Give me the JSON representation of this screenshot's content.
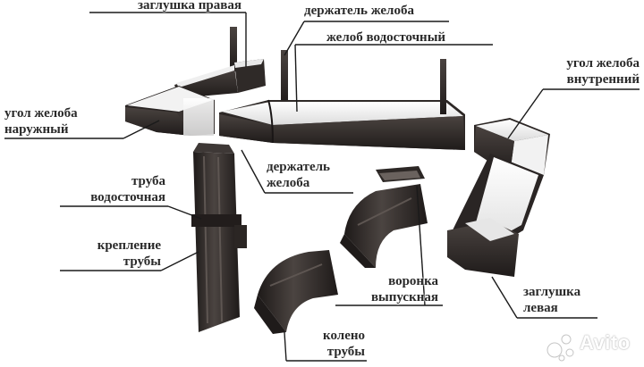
{
  "labels": {
    "end_cap_right": "заглушка правая",
    "gutter_holder_top": "держатель желоба",
    "gutter": "желоб водосточный",
    "inner_corner": [
      "угол желоба",
      "внутренний"
    ],
    "outer_corner": [
      "угол желоба",
      "наружный"
    ],
    "gutter_holder_mid": [
      "держатель",
      "желоба"
    ],
    "downpipe": [
      "труба",
      "водосточная"
    ],
    "pipe_bracket": [
      "крепление",
      "трубы"
    ],
    "funnel": [
      "воронка",
      "выпускная"
    ],
    "end_cap_left": [
      "заглушка",
      "левая"
    ],
    "elbow": [
      "колено",
      "трубы"
    ]
  },
  "watermark": "Avito",
  "colors": {
    "metal_dark": "#2b2624",
    "metal_mid": "#4a4340",
    "interior": "#f4f4f4",
    "label_text": "#2a2a2a",
    "leader_line": "#1a1a1a"
  }
}
